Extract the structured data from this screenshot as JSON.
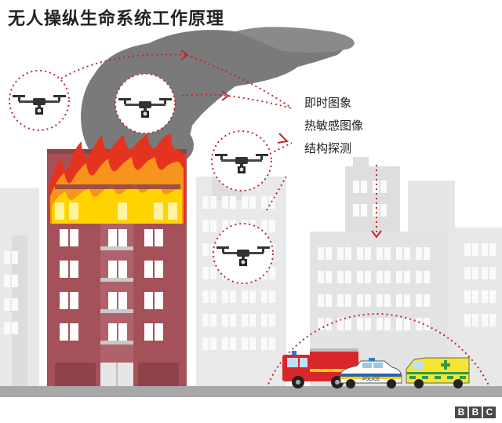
{
  "title": "无人操纵生命系统工作原理",
  "capabilities": [
    {
      "label": "即时图象"
    },
    {
      "label": "热敏感图像"
    },
    {
      "label": "结构探测"
    }
  ],
  "vehicles": [
    {
      "name": "fire-engine"
    },
    {
      "name": "police-car",
      "text": "POLICE"
    },
    {
      "name": "ambulance"
    }
  ],
  "logo": {
    "letters": [
      "B",
      "B",
      "C"
    ]
  },
  "colors": {
    "building": "#a4515a",
    "fire_red": "#e4341f",
    "fire_orange": "#f7941d",
    "fire_yellow": "#ffd200",
    "smoke": "#7a7a7a",
    "dotted": "#c0272d",
    "ground": "#a8a8a8"
  }
}
